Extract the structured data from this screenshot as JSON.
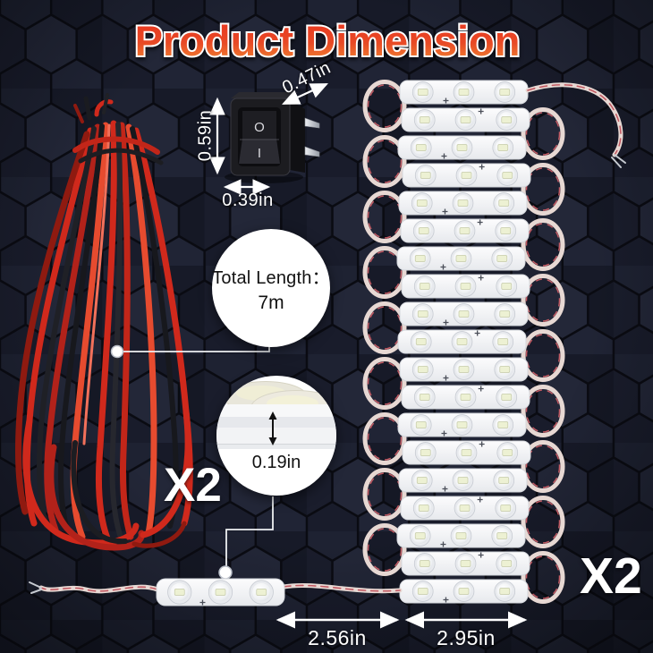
{
  "title": "Product Dimension",
  "switch": {
    "top_width_label": "0.47in",
    "height_label": "0.59in",
    "front_width_label": "0.39in",
    "rocker_off": "O",
    "rocker_on": "I"
  },
  "callouts": {
    "total_length_title": "Total Length：",
    "total_length_value": "7m",
    "module_thickness": "0.19in"
  },
  "quantities": {
    "wire_sets": "X2",
    "module_sets": "X2"
  },
  "dimensions": {
    "wire_span": "2.56in",
    "module_length": "2.95in"
  },
  "led_stack": {
    "rows": 19,
    "leds_per_module": 3,
    "bottom_module_leds": 3
  },
  "colors": {
    "title_top": "#e9341f",
    "title_bottom": "#f28a33",
    "wire_red": "#d0291c",
    "wire_dark": "#17181d",
    "pair_wire": "#e7d8d3",
    "pair_wire_stripe": "#c25a63",
    "module_body": "#f5f6f8",
    "led_chip": "#edf1d3",
    "label": "#ffffff"
  }
}
